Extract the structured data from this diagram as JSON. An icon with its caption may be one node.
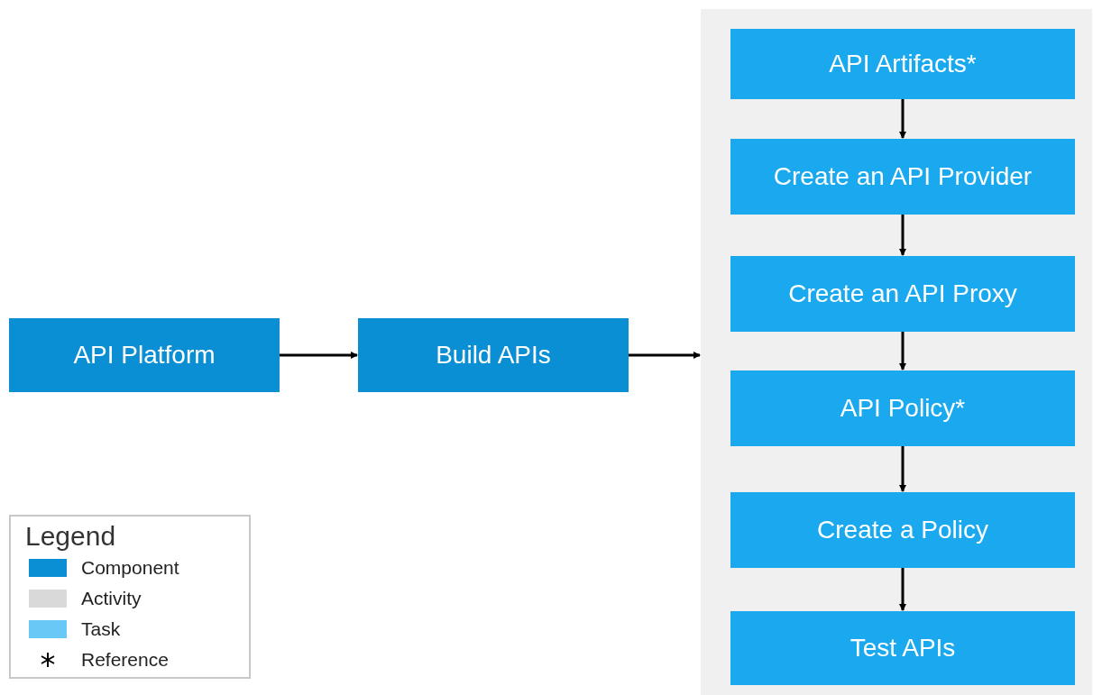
{
  "diagram": {
    "nodes": [
      {
        "text": [
          "API Platform"
        ]
      },
      {
        "text": [
          "Build APIs"
        ]
      },
      {
        "text": [],
        "shape": "box"
      },
      {
        "text": [
          "API Artifacts*"
        ],
        "in": 2
      },
      {
        "text": [
          "Create an API Provider"
        ],
        "in": 2
      },
      {
        "text": [
          "Create an API Proxy"
        ],
        "in": 2
      },
      {
        "text": [
          "API Policy*"
        ],
        "in": 2
      },
      {
        "text": [
          "Create a Policy"
        ],
        "in": 2
      },
      {
        "text": [
          "Test APIs"
        ],
        "in": 2
      }
    ],
    "edges": [
      {
        "from": 0,
        "to": 1,
        "arrow": "to"
      },
      {
        "from": 1,
        "to": 2,
        "arrow": "to"
      },
      {
        "from": 3,
        "to": 4,
        "arrow": "to"
      },
      {
        "from": 4,
        "to": 5,
        "arrow": "to"
      },
      {
        "from": 5,
        "to": 6,
        "arrow": "to"
      },
      {
        "from": 6,
        "to": 7,
        "arrow": "to"
      },
      {
        "from": 7,
        "to": 8,
        "arrow": "to"
      }
    ],
    "labels": [
      "Legend"
    ],
    "legend": [
      {
        "text": "Component",
        "color": "#0a8fd4"
      },
      {
        "text": "Activity",
        "color": "#d9d9d9"
      },
      {
        "text": "Task",
        "color": "#6ac8f7"
      },
      {
        "text": "Reference"
      }
    ]
  }
}
